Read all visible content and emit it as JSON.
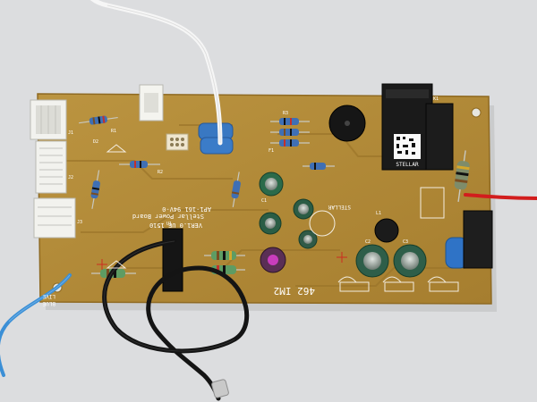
{
  "photo": {
    "background_color": "#dcdddf",
    "board_color": "#b58d36",
    "board_dark_color": "#8f6a22",
    "silkscreen_color": "#ffffff",
    "wire_colors": {
      "white": "#f4f4f4",
      "black": "#141414",
      "blue": "#3b8fd6",
      "red": "#d21d1d"
    }
  },
  "board": {
    "model_label": "STELLAR",
    "board_title": "Stellar Power Board",
    "rev_label": "AP1-161 94V-0",
    "lot_label": "VER1.0 UE 1510",
    "bottom_code": "462 IM2",
    "relay_label": "STELLAR",
    "terminal_labels": [
      "LIVE",
      "BLUE"
    ],
    "ref_labels": [
      "D2",
      "R1",
      "R2",
      "R3",
      "C1",
      "C2",
      "C3",
      "U1",
      "L1",
      "K1",
      "J1",
      "J2",
      "J3",
      "F1"
    ]
  }
}
